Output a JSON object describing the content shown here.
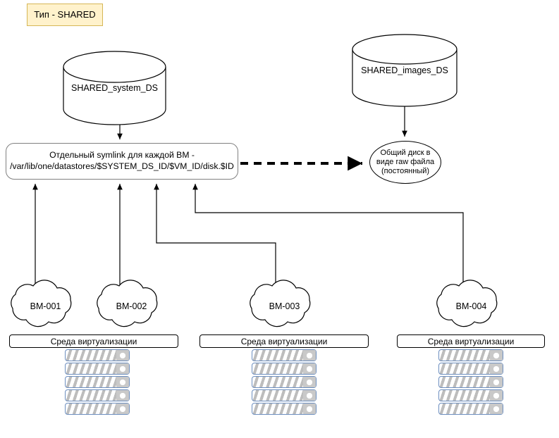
{
  "diagram": {
    "title_badge": "Тип - SHARED",
    "datastores": [
      {
        "name": "SHARED_system_DS",
        "shape": "cylinder"
      },
      {
        "name": "SHARED_images_DS",
        "shape": "cylinder"
      }
    ],
    "symlink_box": {
      "line1": "Отдельный symlink для каждой ВМ -",
      "line2": "/var/lib/one/datastores/$SYSTEM_DS_ID/$VM_ID/disk.$ID"
    },
    "raw_disk": {
      "line1": "Общий диск в",
      "line2": "виде raw файла",
      "line3": "(постоянный)"
    },
    "vms": [
      {
        "label": "ВМ-001"
      },
      {
        "label": "ВМ-002"
      },
      {
        "label": "ВМ-003"
      },
      {
        "label": "ВМ-004"
      }
    ],
    "hosts": [
      {
        "label": "Среда виртуализации"
      },
      {
        "label": "Среда виртуализации"
      },
      {
        "label": "Среда виртуализации"
      }
    ],
    "colors": {
      "badge_fill": "#fff2cc",
      "badge_border": "#d6b656",
      "rack_border": "#6c8ebf",
      "rack_fill": "#bdbdbd",
      "line": "#000000",
      "box_border": "#808080"
    }
  }
}
